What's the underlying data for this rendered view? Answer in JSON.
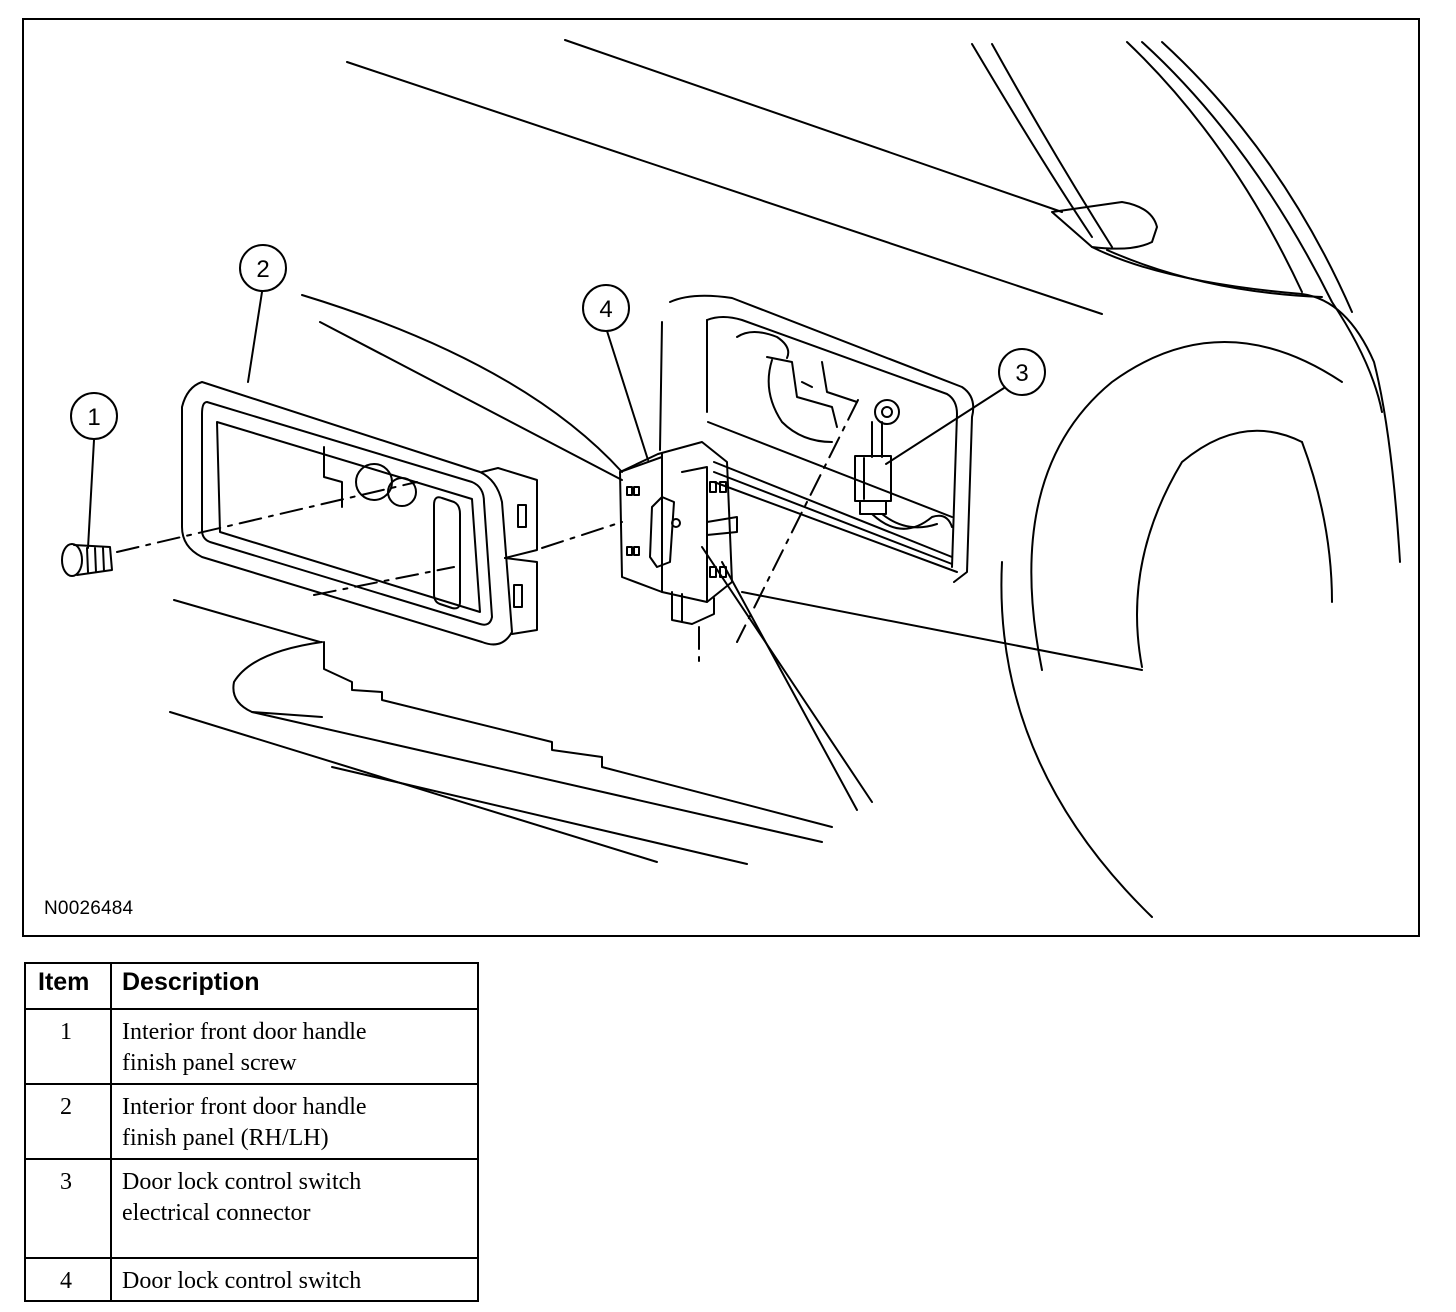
{
  "figure": {
    "id": "N0026484",
    "callouts": [
      "1",
      "2",
      "3",
      "4"
    ]
  },
  "legend": {
    "headers": {
      "item": "Item",
      "description": "Description"
    },
    "rows": [
      {
        "item": "1",
        "description_lines": [
          "Interior front door handle",
          "finish panel screw"
        ]
      },
      {
        "item": "2",
        "description_lines": [
          "Interior front door handle",
          "finish panel (RH/LH)"
        ]
      },
      {
        "item": "3",
        "description_lines": [
          "Door lock control switch",
          "electrical connector"
        ]
      },
      {
        "item": "4",
        "description_lines": [
          "Door lock control switch"
        ]
      }
    ]
  }
}
